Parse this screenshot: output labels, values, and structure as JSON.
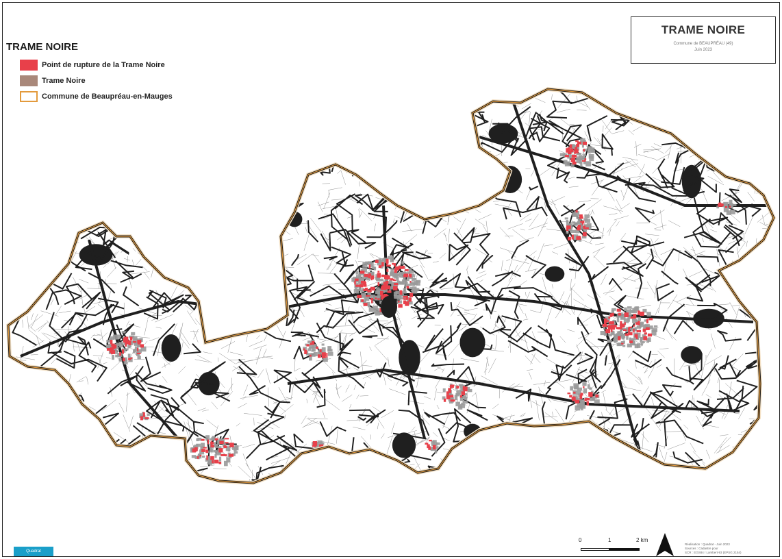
{
  "title_box": {
    "title": "TRAME NOIRE",
    "subtitle": "Commune de BEAUPRÉAU (49)",
    "date": "Juin 2023"
  },
  "legend": {
    "title": "TRAME NOIRE",
    "items": [
      {
        "label": "Point de rupture de la Trame Noire",
        "color": "#e8404a",
        "kind": "fill"
      },
      {
        "label": "Trame Noire",
        "color": "#a9887a",
        "kind": "fill"
      },
      {
        "label": "Commune de Beaupréau-en-Mauges",
        "color": "#e39a3c",
        "kind": "outline"
      }
    ]
  },
  "scale_bar": {
    "ticks": [
      "0",
      "1",
      "2 km"
    ]
  },
  "north_arrow": {
    "icon": "north-arrow-icon"
  },
  "credits": {
    "line1": "Réalisation : Quadrat - Juin 2023",
    "line2": "Sources : Cadastre pour",
    "line3": "SCR : EGS84 / Lambert-93 (EPSG 2154)"
  },
  "logo": {
    "label": "Quadrat"
  },
  "map_colors": {
    "commune_border": "#e39a3c",
    "roads": "#1f1f1f",
    "trame_noire": "#9a9a9a",
    "rupture_points": "#e8404a",
    "background": "#ffffff"
  }
}
